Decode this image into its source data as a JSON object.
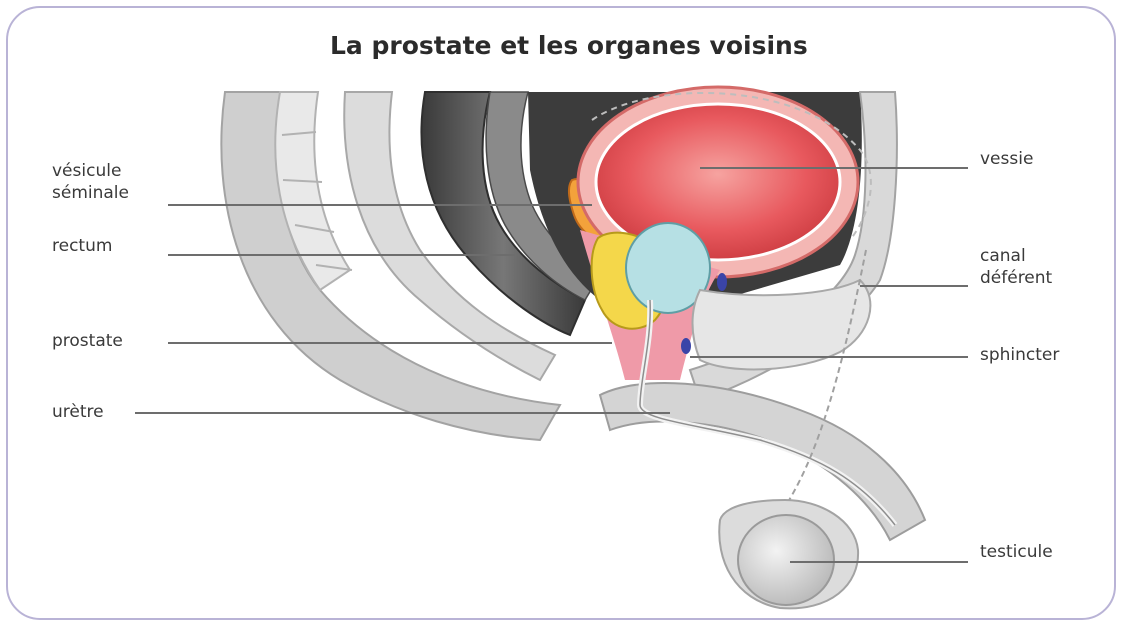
{
  "title": "La prostate et les organes voisins",
  "labels": {
    "vesicule": [
      "vésicule",
      "séminale"
    ],
    "rectum": "rectum",
    "prostate": "prostate",
    "uretre": "urètre",
    "vessie": "vessie",
    "canal": [
      "canal",
      "déférent"
    ],
    "sphincter": "sphincter",
    "testicule": "testicule"
  },
  "colors": {
    "frame": "#b9b3d6",
    "bladder": "#e8595e",
    "prostate": "#a9d9de",
    "vesicle": "#f0c040",
    "tissue": "#d2d2d2",
    "rectum": "#4a4a4a",
    "leader_line": "#6d6d6d"
  }
}
